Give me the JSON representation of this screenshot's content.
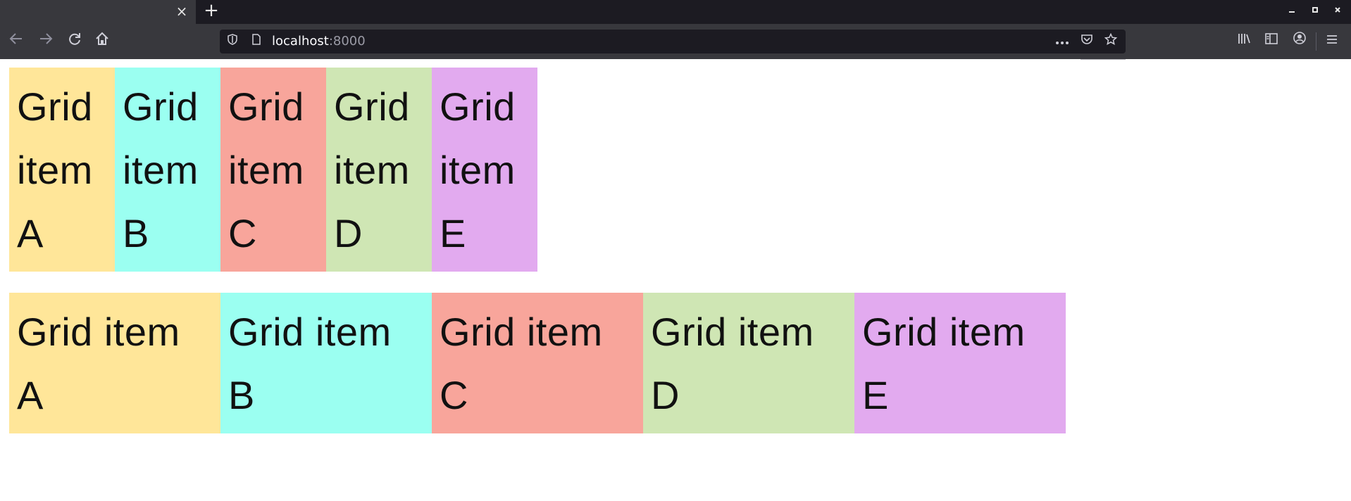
{
  "browser": {
    "tab_close_glyph": "×",
    "new_tab_glyph": "+",
    "url_host": "localhost",
    "url_port": ":8000",
    "buttons": {
      "back": "back-arrow-icon",
      "forward": "forward-arrow-icon",
      "reload": "reload-icon",
      "home": "home-icon",
      "page_actions": "more-icon",
      "pocket": "pocket-icon",
      "bookmark": "star-icon",
      "library": "library-icon",
      "sidebar": "sidebar-icon",
      "account": "account-icon",
      "menu": "hamburger-menu-icon"
    }
  },
  "grids": [
    {
      "items": [
        {
          "label": "Grid item A",
          "color": "#ffe699"
        },
        {
          "label": "Grid item B",
          "color": "#9bfff1"
        },
        {
          "label": "Grid item C",
          "color": "#f8a59b"
        },
        {
          "label": "Grid item D",
          "color": "#cfe6b4"
        },
        {
          "label": "Grid item E",
          "color": "#e2aaef"
        }
      ]
    },
    {
      "items": [
        {
          "label": "Grid item A",
          "color": "#ffe699"
        },
        {
          "label": "Grid item B",
          "color": "#9bfff1"
        },
        {
          "label": "Grid item C",
          "color": "#f8a59b"
        },
        {
          "label": "Grid item D",
          "color": "#cfe6b4"
        },
        {
          "label": "Grid item E",
          "color": "#e2aaef"
        }
      ]
    }
  ]
}
